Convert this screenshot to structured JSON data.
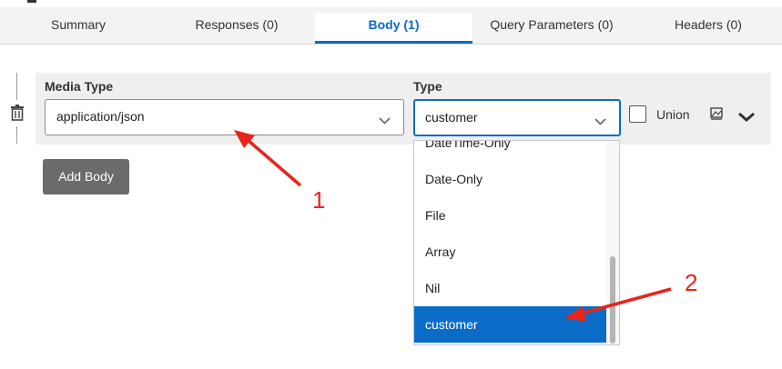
{
  "tabs": [
    {
      "label": "Summary"
    },
    {
      "label": "Responses (0)"
    },
    {
      "label": "Body (1)",
      "active": true
    },
    {
      "label": "Query Parameters (0)"
    },
    {
      "label": "Headers (0)"
    }
  ],
  "body_row": {
    "media_type_label": "Media Type",
    "media_type_value": "application/json",
    "type_label": "Type",
    "type_value": "customer",
    "union_label": "Union",
    "union_checked": false
  },
  "add_body_label": "Add Body",
  "type_dropdown": {
    "options": [
      "DateTime-Only",
      "Date-Only",
      "File",
      "Array",
      "Nil",
      "customer"
    ],
    "selected": "customer"
  },
  "annotations": [
    {
      "number": "1"
    },
    {
      "number": "2"
    }
  ],
  "colors": {
    "accent": "#0b6cc7",
    "annotation": "#e8251c",
    "button": "#6b6b6b",
    "panel": "#efefef"
  },
  "icons": [
    "trash-icon",
    "chevron-down-icon",
    "image-icon",
    "expand-chevron-icon"
  ]
}
